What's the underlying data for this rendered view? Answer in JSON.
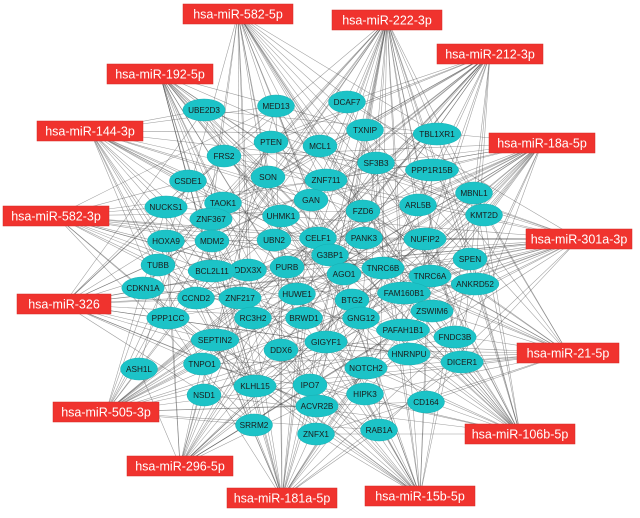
{
  "mirnas": [
    {
      "id": "m582_5p",
      "label": "hsa-miR-582-5p"
    },
    {
      "id": "m222",
      "label": "hsa-miR-222-3p"
    },
    {
      "id": "m212",
      "label": "hsa-miR-212-3p"
    },
    {
      "id": "m192",
      "label": "hsa-miR-192-5p"
    },
    {
      "id": "m144",
      "label": "hsa-miR-144-3p"
    },
    {
      "id": "m18a",
      "label": "hsa-miR-18a-5p"
    },
    {
      "id": "m582_3p",
      "label": "hsa-miR-582-3p"
    },
    {
      "id": "m301a",
      "label": "hsa-miR-301a-3p"
    },
    {
      "id": "m326",
      "label": "hsa-miR-326"
    },
    {
      "id": "m21",
      "label": "hsa-miR-21-5p"
    },
    {
      "id": "m505",
      "label": "hsa-miR-505-3p"
    },
    {
      "id": "m106b",
      "label": "hsa-miR-106b-5p"
    },
    {
      "id": "m296",
      "label": "hsa-miR-296-5p"
    },
    {
      "id": "m181a",
      "label": "hsa-miR-181a-5p"
    },
    {
      "id": "m15b",
      "label": "hsa-miR-15b-5p"
    }
  ],
  "genes": [
    "MED13",
    "DCAF7",
    "UBE2D3",
    "MCL1",
    "TXNIP",
    "TBL1XR1",
    "PTEN",
    "FRS2",
    "SF3B3",
    "PPP1R15B",
    "SON",
    "ZNF711",
    "CSDE1",
    "MBNL1",
    "GAN",
    "ARL5B",
    "TAOK1",
    "FZD6",
    "NUCKS1",
    "KMT2D",
    "ZNF367",
    "UHMK1",
    "CELF1",
    "PANK3",
    "NUFIP2",
    "HOXA9",
    "MDM2",
    "UBN2",
    "G3BP1",
    "SPEN",
    "TUBB",
    "DDX3X",
    "TNRC6B",
    "TNRC6A",
    "ANKRD52",
    "CDKN1A",
    "BCL2L11",
    "PURB",
    "AGO1",
    "FAM160B1",
    "CCND2",
    "ZNF217",
    "HUWE1",
    "BTG2",
    "ZSWIM6",
    "PPP1CC",
    "RC3H2",
    "BRWD1",
    "GNG12",
    "PAFAH1B1",
    "FNDC3B",
    "SEPTIN2",
    "DDX6",
    "GIGYF1",
    "HNRNPU",
    "DICER1",
    "ASH1L",
    "TNPO1",
    "NOTCH2",
    "KLHL15",
    "IPO7",
    "NSD1",
    "HIPK3",
    "CD164",
    "ACVR2B",
    "SRRM2",
    "ZNFX1",
    "RAB1A"
  ],
  "edges_note": "",
  "colors": {
    "mirna_fill": "#f0332e",
    "mirna_text": "#ffffff",
    "gene_fill": "#1cc3c7",
    "gene_text": "#1a1a1a",
    "edge": "#4a4a4a"
  }
}
